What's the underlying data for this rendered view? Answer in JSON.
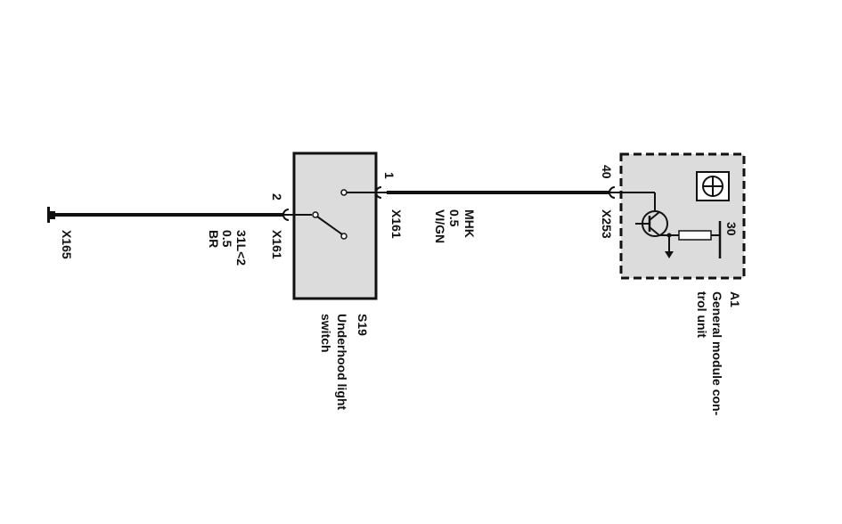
{
  "left_node": {
    "ground_label": "X165"
  },
  "wire_left": {
    "designation": "31L<2",
    "size": "0.5",
    "color": "BR"
  },
  "switch_s19": {
    "pin_left": "2",
    "pin_right": "1",
    "connector_left": "X161",
    "connector_right": "X161",
    "id": "S19",
    "name_line1": "Underhood light",
    "name_line2": "switch"
  },
  "wire_right": {
    "designation": "MHK",
    "size": "0.5",
    "color": "VI/GN"
  },
  "module_a1": {
    "pin": "40",
    "connector": "X253",
    "terminal": "30",
    "id": "A1",
    "name_line1": "General module con-",
    "name_line2": "trol unit"
  },
  "colors": {
    "line": "#111111",
    "box_fill": "#dcdcdc",
    "background": "#ffffff"
  }
}
